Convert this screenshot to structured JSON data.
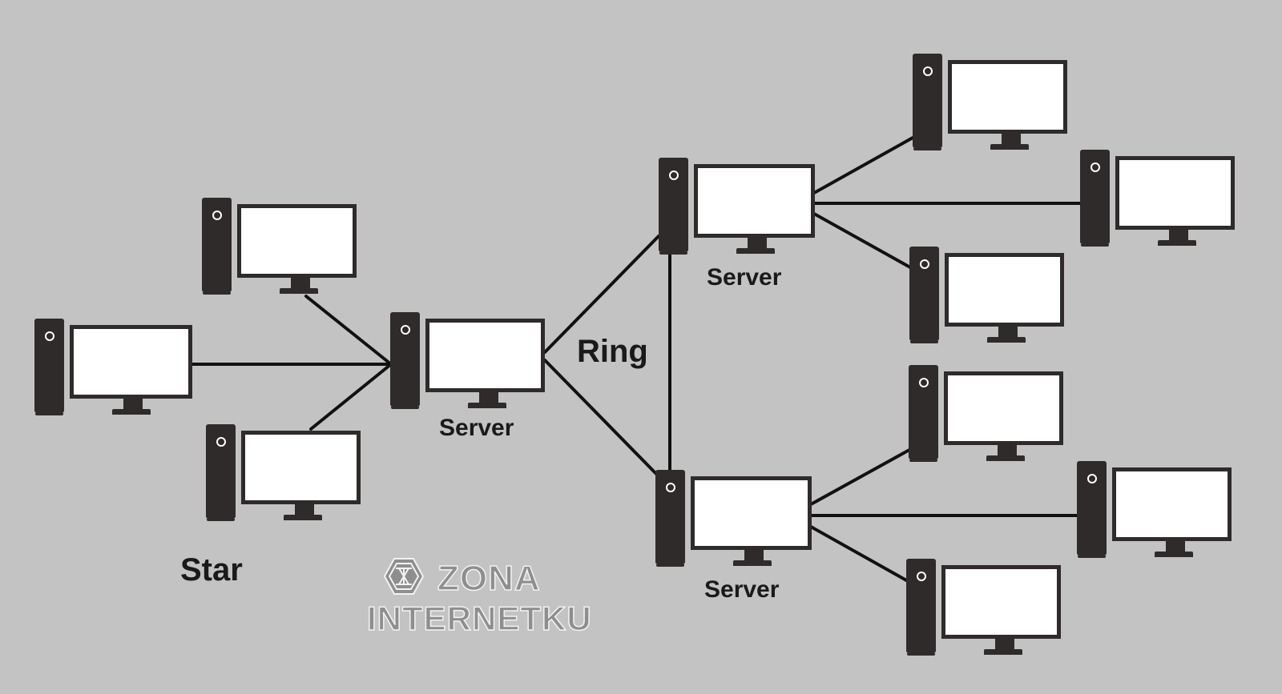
{
  "labels": {
    "server_center": "Server",
    "server_top": "Server",
    "server_bottom": "Server",
    "ring": "Ring",
    "star": "Star"
  },
  "watermark": {
    "line1": "ZONA",
    "line2": "INTERNETKU"
  },
  "colors": {
    "background": "#c3c3c3",
    "device": "#2f2b2b",
    "screen": "#ffffff",
    "link": "#111111",
    "watermark_fill": "#8e8e8e",
    "watermark_stroke": "#f2f2f2"
  },
  "icons": {
    "device": "desktop-computer-icon",
    "watermark_mark": "hexagon-logo-icon"
  }
}
